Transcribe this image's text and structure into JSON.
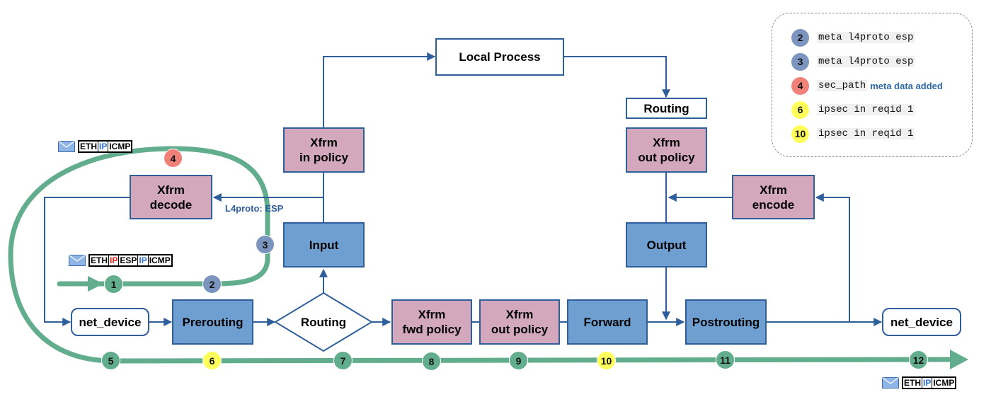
{
  "colors": {
    "box_blue": "#6f9fd0",
    "box_pink": "#d3a8bd",
    "box_border": "#2f5f9a",
    "path_green": "#62ad8d",
    "badge_green": "#62ad8d",
    "badge_blue": "#7b95be",
    "badge_red": "#f08178",
    "badge_yellow": "#ffff5c",
    "ip_blue": "#2f6fd8",
    "ip_red": "#e8201c",
    "label_blue": "#2f5f9a"
  },
  "boxes": {
    "local_process": "Local Process",
    "routing_out": "Routing",
    "xfrm_in_policy": [
      "Xfrm",
      "in policy"
    ],
    "xfrm_out_policy_top": [
      "Xfrm",
      "out policy"
    ],
    "xfrm_decode": [
      "Xfrm",
      "decode"
    ],
    "xfrm_encode": [
      "Xfrm",
      "encode"
    ],
    "input": "Input",
    "output": "Output",
    "net_device_in": "net_device",
    "prerouting": "Prerouting",
    "routing_decision": "Routing",
    "xfrm_fwd_policy": [
      "Xfrm",
      "fwd policy"
    ],
    "xfrm_out_policy_fwd": [
      "Xfrm",
      "out policy"
    ],
    "forward": "Forward",
    "postrouting": "Postrouting",
    "net_device_out": "net_device"
  },
  "edge_label": "L4proto: ESP",
  "packets": {
    "decrypted": [
      {
        "text": "ETH",
        "color": "black"
      },
      {
        "text": "IP",
        "color": "blue"
      },
      {
        "text": "ICMP",
        "color": "black"
      }
    ],
    "encrypted": [
      {
        "text": "ETH",
        "color": "black"
      },
      {
        "text": "IP",
        "color": "red"
      },
      {
        "text": "ESP",
        "color": "black"
      },
      {
        "text": "IP",
        "color": "blue"
      },
      {
        "text": "ICMP",
        "color": "black"
      }
    ],
    "egress": [
      {
        "text": "ETH",
        "color": "black"
      },
      {
        "text": "IP",
        "color": "blue"
      },
      {
        "text": "ICMP",
        "color": "black"
      }
    ]
  },
  "badges": [
    {
      "num": "1",
      "kind": "green"
    },
    {
      "num": "2",
      "kind": "blue"
    },
    {
      "num": "3",
      "kind": "blue"
    },
    {
      "num": "4",
      "kind": "red"
    },
    {
      "num": "5",
      "kind": "green"
    },
    {
      "num": "6",
      "kind": "yellow"
    },
    {
      "num": "7",
      "kind": "green"
    },
    {
      "num": "8",
      "kind": "green"
    },
    {
      "num": "9",
      "kind": "green"
    },
    {
      "num": "10",
      "kind": "yellow"
    },
    {
      "num": "11",
      "kind": "green"
    },
    {
      "num": "12",
      "kind": "green"
    }
  ],
  "legend": [
    {
      "num": "2",
      "kind": "blue",
      "code": "meta l4proto esp",
      "extra": ""
    },
    {
      "num": "3",
      "kind": "blue",
      "code": "meta l4proto esp",
      "extra": ""
    },
    {
      "num": "4",
      "kind": "red",
      "code": "sec_path",
      "extra": "meta data added"
    },
    {
      "num": "6",
      "kind": "yellow",
      "code": "ipsec in reqid 1",
      "extra": ""
    },
    {
      "num": "10",
      "kind": "yellow",
      "code": "ipsec in reqid 1",
      "extra": ""
    }
  ]
}
